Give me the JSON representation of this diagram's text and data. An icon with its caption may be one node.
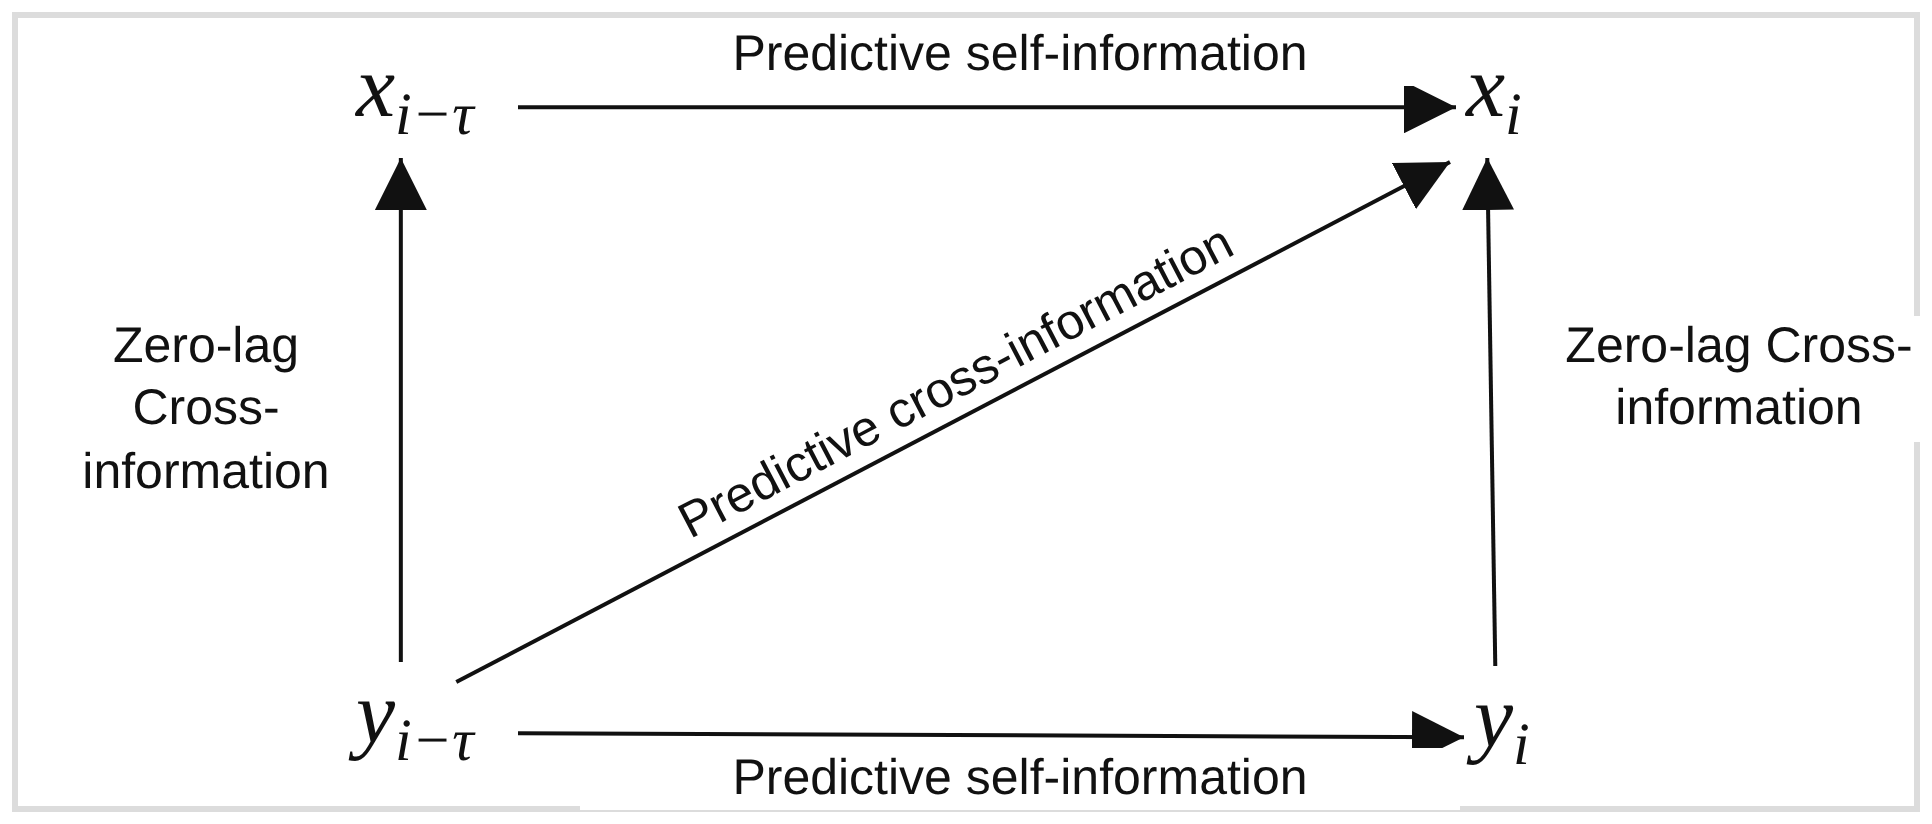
{
  "diagram": {
    "nodes": [
      {
        "text": [
          "x$_{i−τ}$"
        ]
      },
      {
        "text": [
          "x$_{i}$"
        ]
      },
      {
        "text": [
          "y$_{i−τ}$"
        ]
      },
      {
        "text": [
          "y$_{i}$"
        ]
      }
    ],
    "edges": [
      {
        "from": 0,
        "to": 1,
        "arrow": "to",
        "label": "Predictive self-information"
      },
      {
        "from": 2,
        "to": 3,
        "arrow": "to",
        "label": "Predictive self-information"
      },
      {
        "from": 2,
        "to": 1,
        "arrow": "to",
        "label": "Predictive cross-information"
      },
      {
        "from": 2,
        "to": 0,
        "arrow": "to",
        "label": "Zero-lag Cross-information"
      },
      {
        "from": 3,
        "to": 1,
        "arrow": "to",
        "label": "Zero-lag Cross-information"
      }
    ]
  }
}
